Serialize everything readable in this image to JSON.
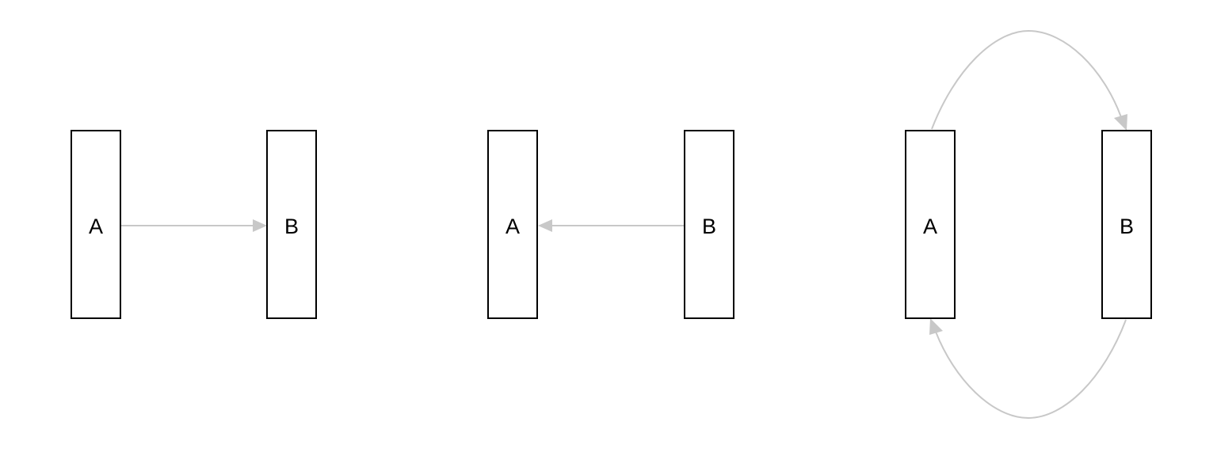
{
  "colors": {
    "node_border": "#000000",
    "node_fill": "#ffffff",
    "edge": "#c8c8c8"
  },
  "panels": [
    {
      "nodes": [
        {
          "id": "A",
          "label": "A"
        },
        {
          "id": "B",
          "label": "B"
        }
      ],
      "edges": [
        {
          "from": "A",
          "to": "B",
          "shape": "straight"
        }
      ]
    },
    {
      "nodes": [
        {
          "id": "A",
          "label": "A"
        },
        {
          "id": "B",
          "label": "B"
        }
      ],
      "edges": [
        {
          "from": "B",
          "to": "A",
          "shape": "straight"
        }
      ]
    },
    {
      "nodes": [
        {
          "id": "A",
          "label": "A"
        },
        {
          "id": "B",
          "label": "B"
        }
      ],
      "edges": [
        {
          "from": "A",
          "to": "B",
          "shape": "arc-over-top"
        },
        {
          "from": "B",
          "to": "A",
          "shape": "arc-under-bottom"
        }
      ]
    }
  ]
}
